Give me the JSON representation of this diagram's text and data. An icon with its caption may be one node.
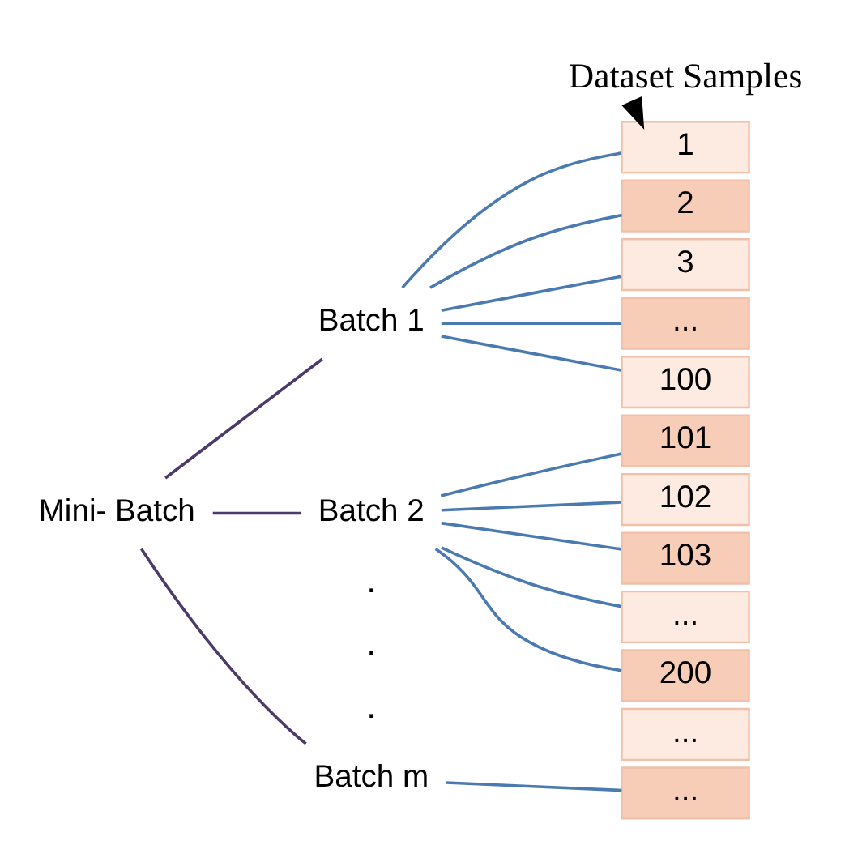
{
  "diagram": {
    "nodes": [
      {
        "text": [
          "Dataset Samples"
        ]
      },
      {
        "text": [
          "1"
        ]
      },
      {
        "text": [
          "2"
        ]
      },
      {
        "text": [
          "3"
        ]
      },
      {
        "text": [
          "..."
        ]
      },
      {
        "text": [
          "100"
        ]
      },
      {
        "text": [
          "101"
        ]
      },
      {
        "text": [
          "102"
        ]
      },
      {
        "text": [
          "103"
        ]
      },
      {
        "text": [
          "..."
        ]
      },
      {
        "text": [
          "200"
        ]
      },
      {
        "text": [
          "..."
        ]
      },
      {
        "text": [
          "..."
        ]
      },
      {
        "text": [
          "Mini- Batch"
        ]
      },
      {
        "text": [
          "Batch 1"
        ]
      },
      {
        "text": [
          "Batch 2"
        ]
      },
      {
        "text": [
          "Batch m"
        ]
      }
    ],
    "edges": [
      {
        "from": 0,
        "to": 1,
        "arrow": "to",
        "style": "thick",
        "color": "#000000"
      },
      {
        "from": 13,
        "to": 14,
        "arrow": "none",
        "color": "#4b3b6b"
      },
      {
        "from": 13,
        "to": 15,
        "arrow": "none",
        "color": "#4b3b6b"
      },
      {
        "from": 13,
        "to": 16,
        "arrow": "none",
        "color": "#4b3b6b"
      },
      {
        "from": 14,
        "to": 1,
        "arrow": "none"
      },
      {
        "from": 14,
        "to": 2,
        "arrow": "none"
      },
      {
        "from": 14,
        "to": 3,
        "arrow": "none"
      },
      {
        "from": 14,
        "to": 4,
        "arrow": "none"
      },
      {
        "from": 14,
        "to": 5,
        "arrow": "none"
      },
      {
        "from": 15,
        "to": 6,
        "arrow": "none"
      },
      {
        "from": 15,
        "to": 7,
        "arrow": "none"
      },
      {
        "from": 15,
        "to": 8,
        "arrow": "none"
      },
      {
        "from": 15,
        "to": 9,
        "arrow": "none"
      },
      {
        "from": 15,
        "to": 10,
        "arrow": "none"
      },
      {
        "from": 16,
        "to": 12,
        "arrow": "none"
      }
    ],
    "labels": [
      ".",
      ".",
      "."
    ]
  }
}
